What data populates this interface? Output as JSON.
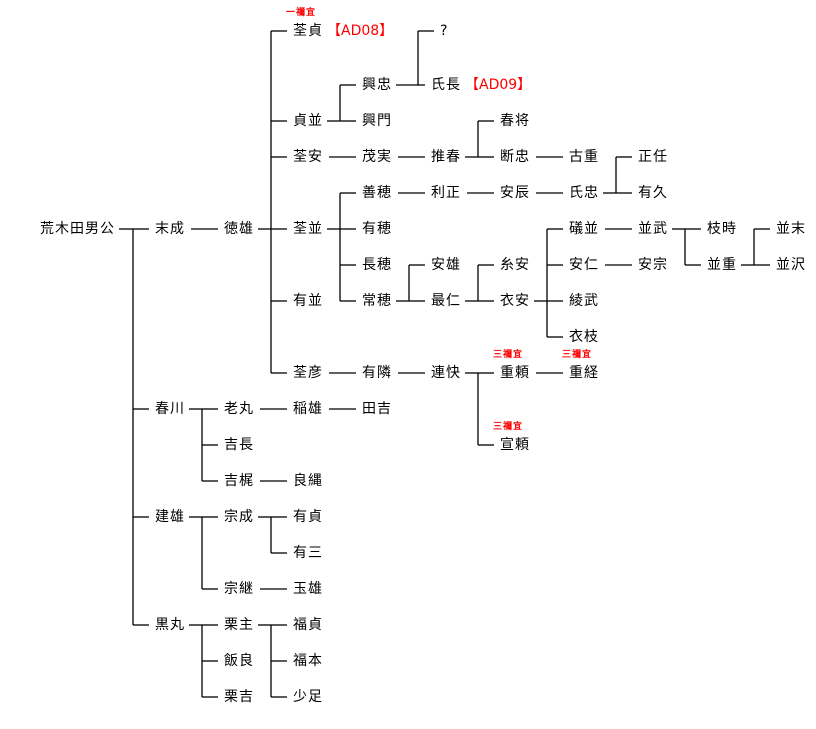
{
  "colors": {
    "line": "#000000",
    "annotation": "#ff0000"
  },
  "nodes": {
    "root": {
      "label": "荒木田男公",
      "children": [
        "suenari",
        "harukawa",
        "tateo",
        "kuromaru"
      ]
    },
    "suenari": {
      "label": "末成",
      "children": [
        "norio"
      ]
    },
    "norio": {
      "label": "徳雄",
      "children": [
        "kuki_sada",
        "sadanami",
        "kuki_yasu",
        "kukinami",
        "arinami",
        "kuki_hiko"
      ]
    },
    "kuki_sada": {
      "label": "荃貞",
      "children": []
    },
    "sadanami": {
      "label": "貞並",
      "children": [
        "okitada",
        "okikado"
      ]
    },
    "okitada": {
      "label": "興忠",
      "children": [
        "unknown",
        "ujinaga"
      ]
    },
    "unknown": {
      "label": "?",
      "children": []
    },
    "ujinaga": {
      "label": "氏長",
      "children": []
    },
    "okikado": {
      "label": "興門",
      "children": []
    },
    "kuki_yasu": {
      "label": "荃安",
      "children": [
        "shigezane"
      ]
    },
    "shigezane": {
      "label": "茂実",
      "children": [
        "oiharu"
      ]
    },
    "oiharu": {
      "label": "推春",
      "children": [
        "harumasa",
        "tadatada"
      ]
    },
    "harumasa": {
      "label": "春将",
      "children": []
    },
    "tadatada": {
      "label": "断忠",
      "children": [
        "furushige"
      ]
    },
    "furushige": {
      "label": "古重",
      "children": []
    },
    "kukinami": {
      "label": "荃並",
      "children": [
        "yoshiho",
        "ariho",
        "nagaho",
        "tsuneho"
      ]
    },
    "yoshiho": {
      "label": "善穂",
      "children": [
        "toshimasa"
      ]
    },
    "toshimasa": {
      "label": "利正",
      "children": [
        "yasutoki"
      ]
    },
    "yasutoki": {
      "label": "安辰",
      "children": [
        "ujitada"
      ]
    },
    "ujitada": {
      "label": "氏忠",
      "children": [
        "masatou",
        "arihisa"
      ]
    },
    "masatou": {
      "label": "正任",
      "children": []
    },
    "arihisa": {
      "label": "有久",
      "children": []
    },
    "ariho": {
      "label": "有穂",
      "children": []
    },
    "nagaho": {
      "label": "長穂",
      "children": []
    },
    "tsuneho": {
      "label": "常穂",
      "children": [
        "yasuo",
        "mojin"
      ]
    },
    "yasuo": {
      "label": "安雄",
      "children": []
    },
    "mojin": {
      "label": "最仁",
      "children": [
        "itoyasu",
        "koromoyasu"
      ]
    },
    "itoyasu": {
      "label": "糸安",
      "children": []
    },
    "koromoyasu": {
      "label": "衣安",
      "children": [
        "isonami",
        "yasuhito",
        "ayatake",
        "koromoeda"
      ]
    },
    "isonami": {
      "label": "礒並",
      "children": [
        "namitake"
      ]
    },
    "namitake": {
      "label": "並武",
      "children": [
        "edatoki",
        "namishige"
      ]
    },
    "edatoki": {
      "label": "枝時",
      "children": []
    },
    "namishige": {
      "label": "並重",
      "children": [
        "namisue",
        "namisawa"
      ]
    },
    "namisue": {
      "label": "並末",
      "children": []
    },
    "namisawa": {
      "label": "並沢",
      "children": []
    },
    "yasuhito": {
      "label": "安仁",
      "children": [
        "yasumune"
      ]
    },
    "yasumune": {
      "label": "安宗",
      "children": []
    },
    "ayatake": {
      "label": "綾武",
      "children": []
    },
    "koromoeda": {
      "label": "衣枝",
      "children": []
    },
    "arinami": {
      "label": "有並",
      "children": []
    },
    "kuki_hiko": {
      "label": "荃彦",
      "children": [
        "aritonari"
      ]
    },
    "aritonari": {
      "label": "有隣",
      "children": [
        "renkai"
      ]
    },
    "renkai": {
      "label": "連快",
      "children": [
        "shigeyori",
        "nobuyori"
      ]
    },
    "shigeyori": {
      "label": "重頼",
      "children": [
        "shigetsune"
      ]
    },
    "shigetsune": {
      "label": "重経",
      "children": []
    },
    "nobuyori": {
      "label": "宣頼",
      "children": []
    },
    "harukawa": {
      "label": "春川",
      "children": [
        "oimaru",
        "yoshinaga",
        "yoshikaji"
      ]
    },
    "oimaru": {
      "label": "老丸",
      "children": [
        "inao"
      ]
    },
    "inao": {
      "label": "稲雄",
      "children": [
        "takichi"
      ]
    },
    "takichi": {
      "label": "田吉",
      "children": []
    },
    "yoshinaga": {
      "label": "吉長",
      "children": []
    },
    "yoshikaji": {
      "label": "吉梶",
      "children": [
        "yoshitada"
      ]
    },
    "yoshitada": {
      "label": "良縄",
      "children": []
    },
    "tateo": {
      "label": "建雄",
      "children": [
        "munenari",
        "munetsugu"
      ]
    },
    "munenari": {
      "label": "宗成",
      "children": [
        "arisada",
        "arimitsu"
      ]
    },
    "arisada": {
      "label": "有貞",
      "children": []
    },
    "arimitsu": {
      "label": "有三",
      "children": []
    },
    "munetsugu": {
      "label": "宗継",
      "children": [
        "tamao"
      ]
    },
    "tamao": {
      "label": "玉雄",
      "children": []
    },
    "kuromaru": {
      "label": "黒丸",
      "children": [
        "kurinushi",
        "iiyoshi",
        "kuriyoshi"
      ]
    },
    "kurinushi": {
      "label": "栗主",
      "children": [
        "fukusada",
        "fukumoto",
        "sukunatari"
      ]
    },
    "fukusada": {
      "label": "福貞",
      "children": []
    },
    "fukumoto": {
      "label": "福本",
      "children": []
    },
    "sukunatari": {
      "label": "少足",
      "children": []
    },
    "iiyoshi": {
      "label": "飯良",
      "children": []
    },
    "kuriyoshi": {
      "label": "栗吉",
      "children": []
    }
  },
  "tags": {
    "kuki_sada": "【AD08】",
    "ujinaga": "【AD09】"
  },
  "notes": {
    "kuki_sada": "一禰宜",
    "shigeyori": "三禰宜",
    "shigetsune": "三禰宜",
    "nobuyori": "三禰宜"
  }
}
